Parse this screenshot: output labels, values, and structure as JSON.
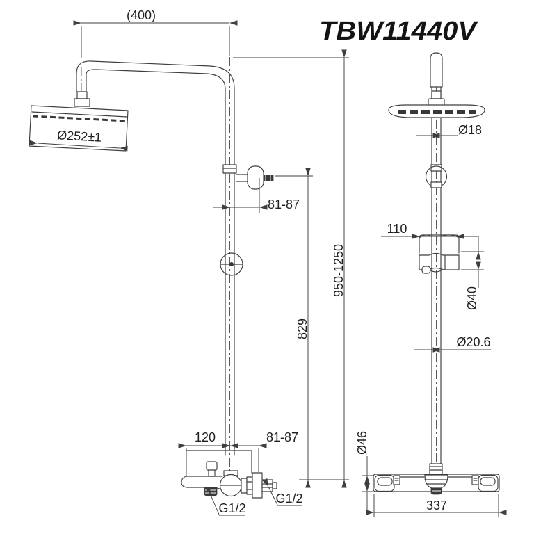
{
  "title": "TBW11440V",
  "colors": {
    "background": "#ffffff",
    "line": "#3d3d3d",
    "dimension": "#3f3f3f",
    "text": "#1f1f1f",
    "dark_fill": "#383838"
  },
  "side_view": {
    "dims": {
      "arm_reach": "(400)",
      "head_diameter": "Ø252±1",
      "upper_wall_clearance": "81-87",
      "riser_height_range": "950-1250",
      "bracket_to_valve": "829",
      "spout_reach": "120",
      "lower_wall_clearance": "81-87",
      "spout_outlet_thread": "G1/2",
      "wall_inlet_thread": "G1/2"
    }
  },
  "front_view": {
    "dims": {
      "head_pipe_diameter": "Ø18",
      "slide_bracket_width": "110",
      "holder_diameter": "Ø40",
      "riser_pipe_diameter": "Ø20.6",
      "valve_body_diameter": "Ø46",
      "valve_width": "337"
    }
  }
}
